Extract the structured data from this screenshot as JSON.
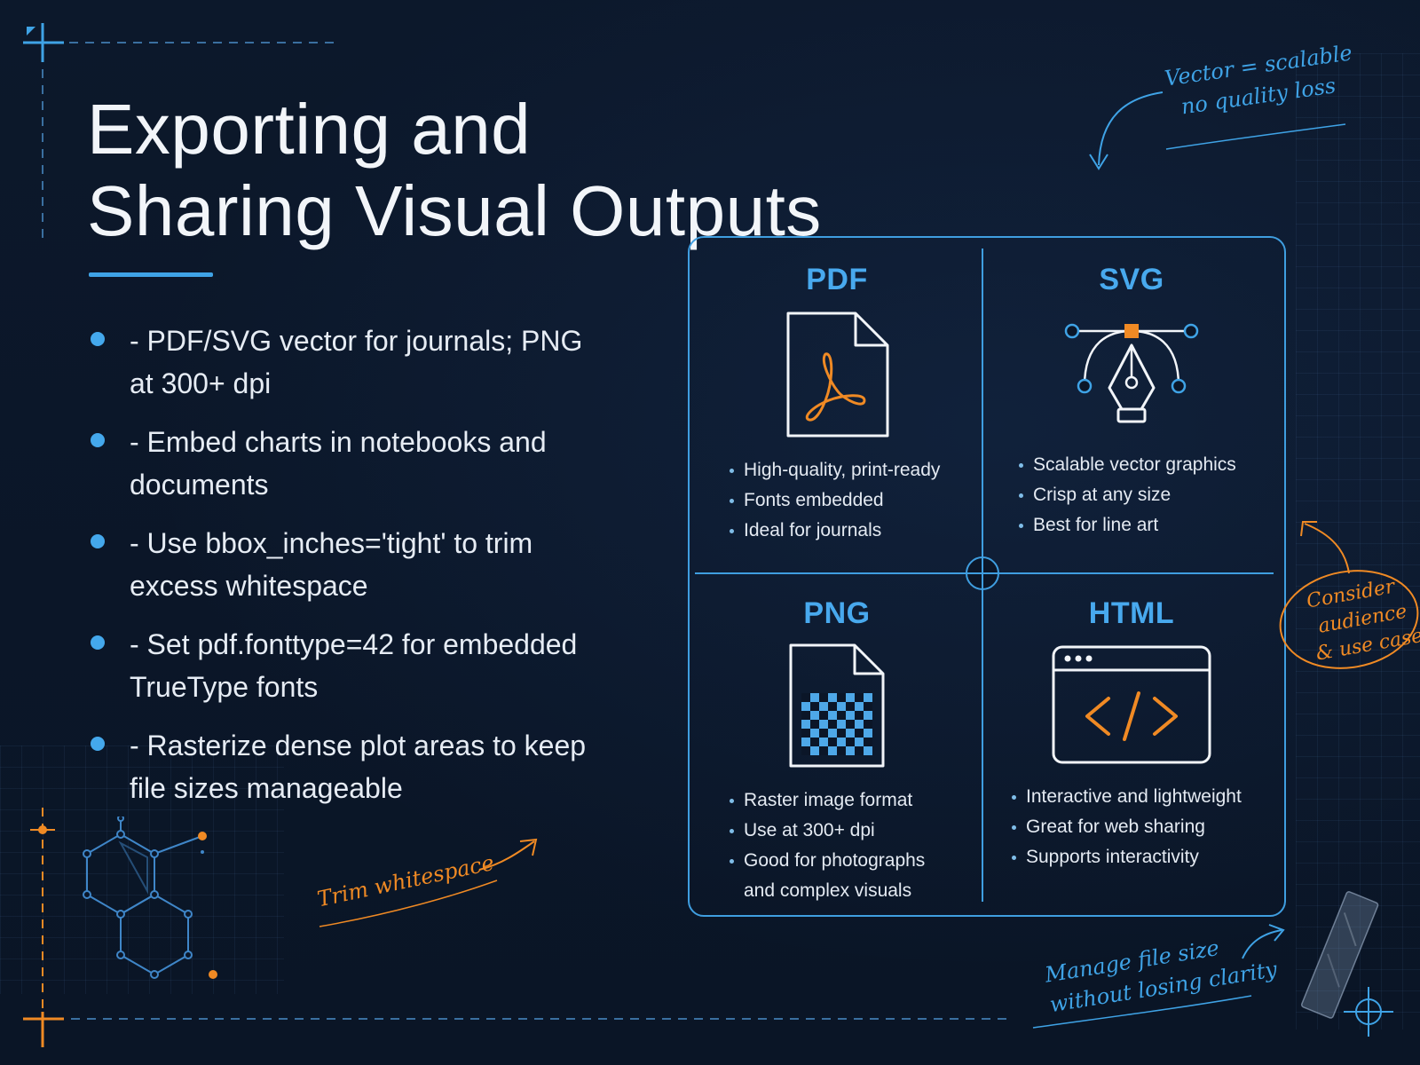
{
  "title": {
    "line1": "Exporting and",
    "line2": "Sharing Visual Outputs"
  },
  "bullets": [
    {
      "line1": "- PDF/SVG vector for journals; PNG",
      "line2": "at 300+ dpi"
    },
    {
      "line1": "- Embed charts in notebooks and",
      "line2": "documents"
    },
    {
      "line1": "- Use bbox_inches='tight' to trim",
      "line2": "excess whitespace"
    },
    {
      "line1": "- Set pdf.fonttype=42 for embedded",
      "line2": "TrueType fonts"
    },
    {
      "line1": "- Rasterize dense plot areas to keep",
      "line2": "file sizes manageable"
    }
  ],
  "formats": {
    "pdf": {
      "name": "PDF",
      "icon": "pdf-file-icon",
      "points": [
        "High-quality, print-ready",
        "Fonts embedded",
        "Ideal for journals"
      ]
    },
    "svg": {
      "name": "SVG",
      "icon": "pen-tool-bezier-icon",
      "points": [
        "Scalable vector graphics",
        "Crisp at any size",
        "Best for line art"
      ]
    },
    "png": {
      "name": "PNG",
      "icon": "raster-file-icon",
      "points": [
        "Raster image format",
        "Use at 300+ dpi",
        "Good for photographs",
        "and complex visuals"
      ]
    },
    "html": {
      "name": "HTML",
      "icon": "browser-code-icon",
      "points": [
        "Interactive and lightweight",
        "Great for web sharing",
        "Supports interactivity"
      ]
    }
  },
  "notes": {
    "vector": {
      "line1": "Vector = scalable",
      "line2": "no quality loss"
    },
    "consider": {
      "line1": "Consider",
      "line2": "audience",
      "line3": "& use case"
    },
    "trim": "Trim whitespace",
    "manage": {
      "line1": "Manage file size",
      "line2": "without losing clarity"
    }
  },
  "colors": {
    "background": "#0b1628",
    "accent_blue": "#3fa3e6",
    "accent_orange": "#f08a24",
    "text": "#e8eef6"
  }
}
